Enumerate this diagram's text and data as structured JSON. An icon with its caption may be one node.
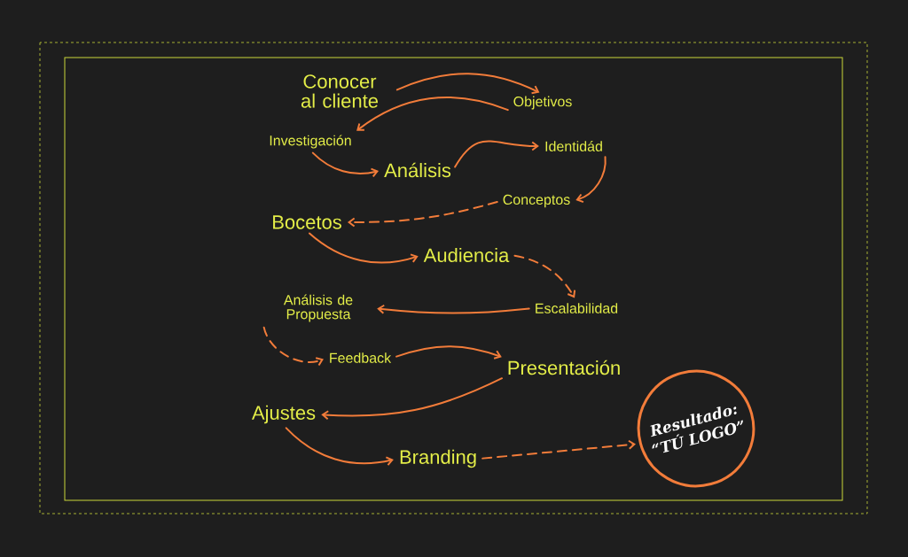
{
  "diagram": {
    "nodes": [
      {
        "text": [
          "Conocer al cliente"
        ]
      },
      {
        "text": [
          "Objetivos"
        ]
      },
      {
        "text": [
          "Investigación"
        ]
      },
      {
        "text": [
          "Análisis"
        ]
      },
      {
        "text": [
          "Identidád"
        ]
      },
      {
        "text": [
          "Conceptos"
        ]
      },
      {
        "text": [
          "Bocetos"
        ]
      },
      {
        "text": [
          "Audiencia"
        ]
      },
      {
        "text": [
          "Escalabilidad"
        ]
      },
      {
        "text": [
          "Análisis de Propuesta"
        ]
      },
      {
        "text": [
          "Feedback"
        ]
      },
      {
        "text": [
          "Presentación"
        ]
      },
      {
        "text": [
          "Ajustes"
        ]
      },
      {
        "text": [
          "Branding"
        ]
      },
      {
        "text": [
          "Resultado: “TÚ LOGO”"
        ]
      }
    ],
    "edges": [
      {
        "from": 0,
        "to": 1,
        "arrow": "to"
      },
      {
        "from": 1,
        "to": 2,
        "arrow": "to"
      },
      {
        "from": 2,
        "to": 3,
        "arrow": "to"
      },
      {
        "from": 3,
        "to": 4,
        "arrow": "to"
      },
      {
        "from": 4,
        "to": 5,
        "arrow": "to"
      },
      {
        "from": 5,
        "to": 6,
        "arrow": "to",
        "style": "dashed"
      },
      {
        "from": 6,
        "to": 7,
        "arrow": "to"
      },
      {
        "from": 7,
        "to": 8,
        "arrow": "to",
        "style": "dashed"
      },
      {
        "from": 8,
        "to": 9,
        "arrow": "to"
      },
      {
        "from": 9,
        "to": 10,
        "arrow": "to",
        "style": "dashed"
      },
      {
        "from": 10,
        "to": 11,
        "arrow": "to"
      },
      {
        "from": 11,
        "to": 12,
        "arrow": "to"
      },
      {
        "from": 12,
        "to": 13,
        "arrow": "to"
      },
      {
        "from": 13,
        "to": 14,
        "arrow": "to",
        "style": "dashed"
      }
    ]
  }
}
